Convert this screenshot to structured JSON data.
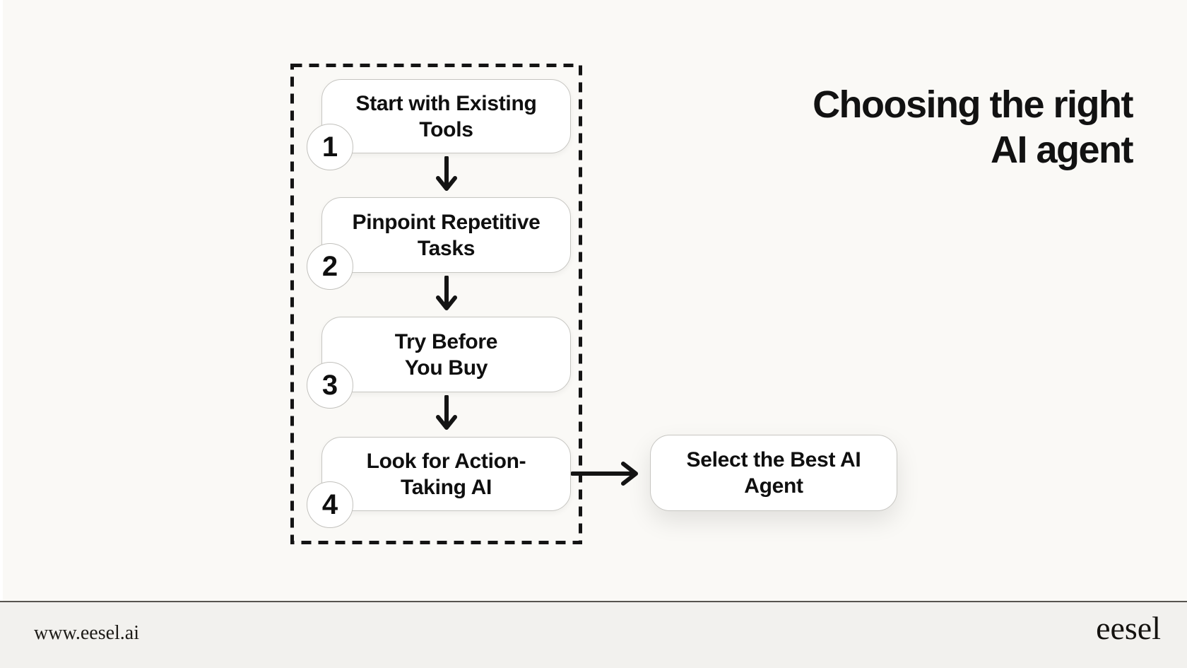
{
  "title": "Choosing the right\nAI agent",
  "flow": {
    "steps": [
      {
        "number": "1",
        "label": "Start with Existing\nTools"
      },
      {
        "number": "2",
        "label": "Pinpoint Repetitive\nTasks"
      },
      {
        "number": "3",
        "label": "Try Before\nYou Buy"
      },
      {
        "number": "4",
        "label": "Look for Action-\nTaking AI"
      }
    ],
    "result": {
      "label": "Select the Best AI\nAgent"
    }
  },
  "footer": {
    "url": "www.eesel.ai",
    "brand": "eesel"
  },
  "colors": {
    "background": "#faf9f6",
    "footer_background": "#f2f1ee",
    "box_background": "#ffffff",
    "box_border": "#c7c6c2",
    "line": "#141414",
    "text": "#121212"
  }
}
